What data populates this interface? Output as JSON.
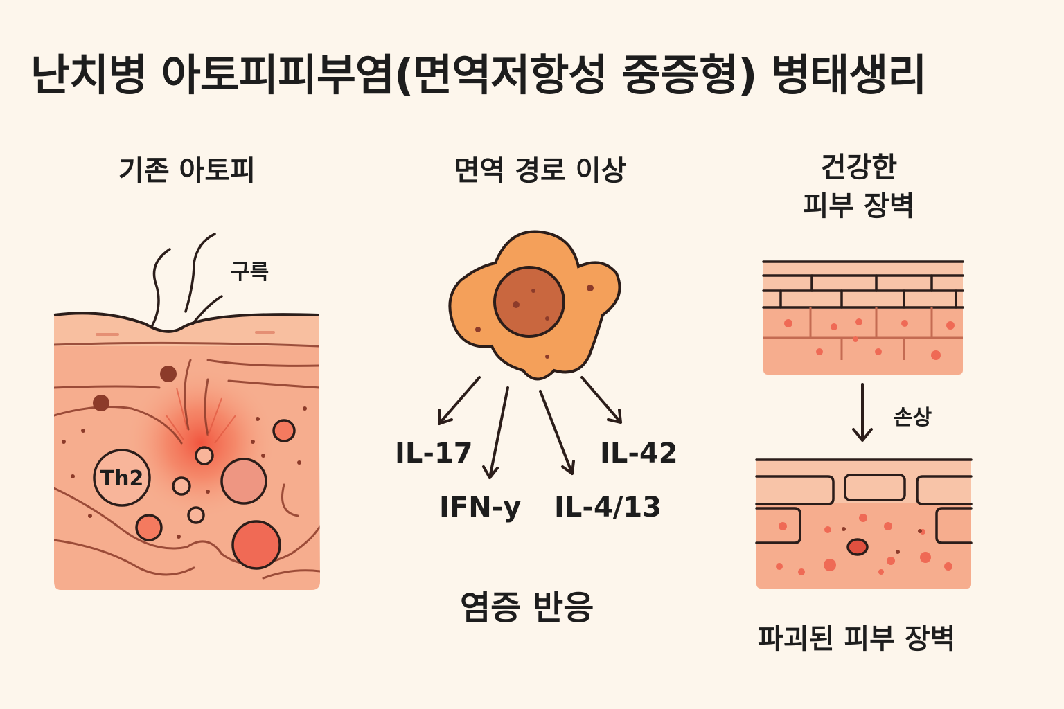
{
  "title": "난치병 아토피피부염(면역저항성 중증형) 병태생리",
  "panels": {
    "left": {
      "heading": "기존 아토피",
      "scratch_label": "구륵",
      "cell_label": "Th2"
    },
    "middle": {
      "heading": "면역 경로 이상",
      "cytokines": [
        "IL-17",
        "IFN-y",
        "IL-4/13",
        "IL-42"
      ],
      "result": "염증 반응"
    },
    "right": {
      "heading_lines": [
        "건강한",
        "피부 장벽"
      ],
      "arrow_label": "손상",
      "bottom_label": "파괴된 피부 장벽"
    }
  },
  "colors": {
    "background": "#fdf6ec",
    "skin": "#f6ad8e",
    "skin_light": "#f8c4a8",
    "inflammation": "#f0503a",
    "immune_cell": "#f4a05a",
    "nucleus": "#c9673f",
    "outline": "#2b1d1a"
  }
}
